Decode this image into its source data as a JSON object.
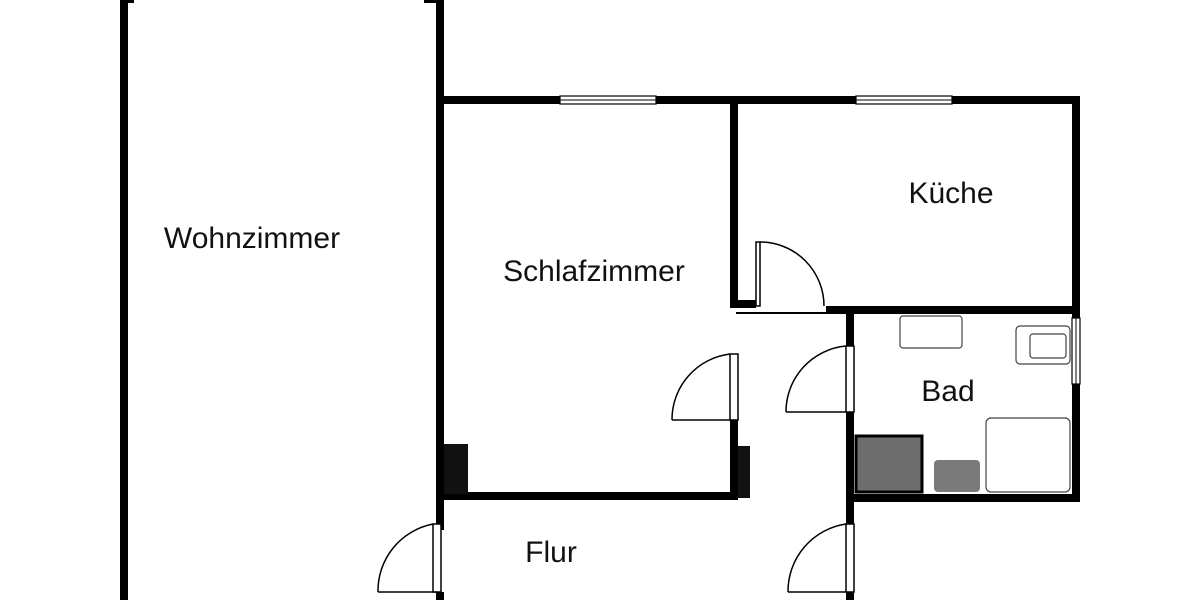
{
  "rooms": {
    "wohnzimmer": "Wohnzimmer",
    "schlafzimmer": "Schlafzimmer",
    "kueche": "Küche",
    "bad": "Bad",
    "flur": "Flur"
  },
  "colors": {
    "wall": "#000000",
    "shaft": "#111111",
    "shower_tray": "#6e6e6e",
    "washer": "#7a7a7a",
    "fixture_stroke": "#444444",
    "background": "#ffffff"
  }
}
